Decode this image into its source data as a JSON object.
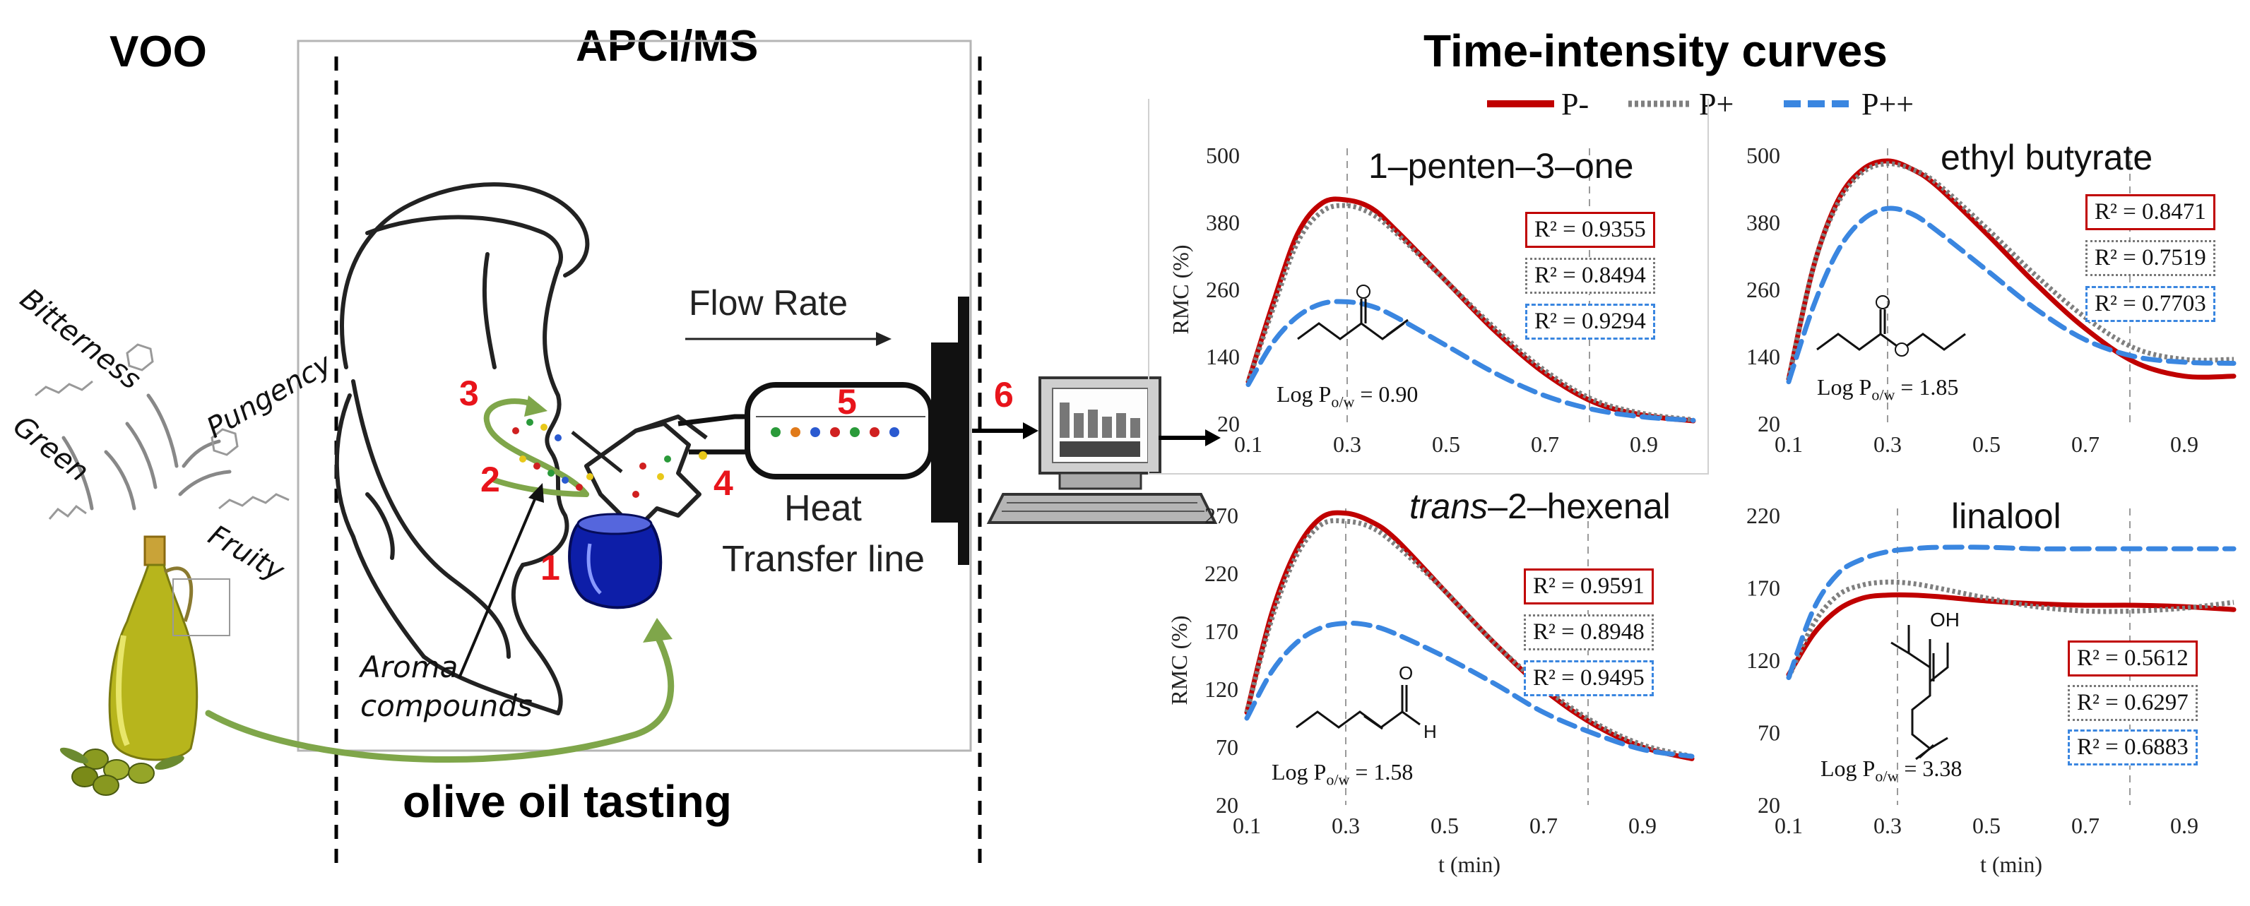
{
  "headers": {
    "voo": "VOO",
    "apci": "APCI/MS",
    "ti": "Time-intensity curves",
    "tasting": "olive oil tasting"
  },
  "sensory": {
    "bitterness": "Bitterness",
    "green": "Green",
    "pungency": "Pungency",
    "fruity": "Fruity"
  },
  "steps": {
    "s1": "1",
    "s2": "2",
    "s3": "3",
    "s4": "4",
    "s5": "5",
    "s6": "6"
  },
  "labels": {
    "aroma1": "Aroma",
    "aroma2": "compounds",
    "flow": "Flow Rate",
    "heat1": "Heat",
    "heat2": "Transfer line"
  },
  "legend": {
    "p_minus": "P-",
    "p_plus": "P+",
    "p_plusplus": "P++"
  },
  "colors": {
    "p_minus": "#c00000",
    "p_plus": "#7f7f7f",
    "p_plusplus": "#3a86e0",
    "step_numbers": "#e8141b",
    "arrow_green": "#7fa64a"
  },
  "chart_data": [
    {
      "type": "line",
      "title": "1–penten–3–one",
      "xlabel": "",
      "ylabel": "RMC (%)",
      "xlim": [
        0.1,
        1.0
      ],
      "ylim": [
        20,
        500
      ],
      "xticks": [
        "0.1",
        "0.3",
        "0.5",
        "0.7",
        "0.9"
      ],
      "yticks": [
        "20",
        "140",
        "260",
        "380",
        "500"
      ],
      "vlines": [
        0.3,
        0.79
      ],
      "logp_prefix": "Log P",
      "logp_sub": "o/w",
      "logp_value": "= 0.90",
      "r2": [
        "R² = 0.9355",
        "R² = 0.8494",
        "R² = 0.9294"
      ],
      "x": [
        0.1,
        0.15,
        0.2,
        0.25,
        0.3,
        0.35,
        0.4,
        0.5,
        0.6,
        0.7,
        0.8,
        0.9,
        1.0
      ],
      "series": [
        {
          "name": "P-",
          "values": [
            95,
            235,
            360,
            415,
            420,
            405,
            365,
            275,
            185,
            110,
            58,
            35,
            25
          ]
        },
        {
          "name": "P+",
          "values": [
            95,
            225,
            345,
            400,
            410,
            395,
            360,
            275,
            190,
            115,
            62,
            38,
            27
          ]
        },
        {
          "name": "P++",
          "values": [
            90,
            165,
            212,
            235,
            238,
            230,
            210,
            160,
            110,
            70,
            45,
            32,
            26
          ]
        }
      ]
    },
    {
      "type": "line",
      "title": "ethyl butyrate",
      "xlabel": "",
      "ylabel": "",
      "xlim": [
        0.1,
        1.0
      ],
      "ylim": [
        20,
        500
      ],
      "xticks": [
        "0.1",
        "0.3",
        "0.5",
        "0.7",
        "0.9"
      ],
      "yticks": [
        "20",
        "140",
        "260",
        "380",
        "500"
      ],
      "vlines": [
        0.3,
        0.79
      ],
      "logp_prefix": "Log P",
      "logp_sub": "o/w",
      "logp_value": "= 1.85",
      "r2": [
        "R² = 0.8471",
        "R² = 0.7519",
        "R² = 0.7703"
      ],
      "x": [
        0.1,
        0.15,
        0.2,
        0.25,
        0.3,
        0.35,
        0.4,
        0.5,
        0.6,
        0.7,
        0.8,
        0.9,
        1.0
      ],
      "series": [
        {
          "name": "P-",
          "values": [
            100,
            300,
            420,
            475,
            490,
            475,
            445,
            360,
            270,
            190,
            130,
            105,
            105
          ]
        },
        {
          "name": "P+",
          "values": [
            100,
            300,
            415,
            470,
            485,
            475,
            450,
            370,
            285,
            210,
            155,
            135,
            135
          ]
        },
        {
          "name": "P++",
          "values": [
            95,
            230,
            330,
            385,
            405,
            395,
            365,
            295,
            225,
            170,
            140,
            130,
            128
          ]
        }
      ]
    },
    {
      "type": "line",
      "title": "trans–2–hexenal",
      "title_italic": "trans",
      "title_rest": "–2–hexenal",
      "xlabel": "t  (min)",
      "ylabel": "RMC (%)",
      "xlim": [
        0.1,
        1.0
      ],
      "ylim": [
        20,
        270
      ],
      "xticks": [
        "0.1",
        "0.3",
        "0.5",
        "0.7",
        "0.9"
      ],
      "yticks": [
        "20",
        "70",
        "120",
        "170",
        "220",
        "270"
      ],
      "vlines": [
        0.3,
        0.79
      ],
      "logp_prefix": "Log P",
      "logp_sub": "o/w",
      "logp_value": "= 1.58",
      "r2": [
        "R² = 0.9591",
        "R² = 0.8948",
        "R² = 0.9495"
      ],
      "x": [
        0.1,
        0.15,
        0.2,
        0.25,
        0.3,
        0.35,
        0.4,
        0.5,
        0.6,
        0.7,
        0.8,
        0.9,
        1.0
      ],
      "series": [
        {
          "name": "P-",
          "values": [
            100,
            185,
            240,
            268,
            272,
            265,
            250,
            205,
            160,
            120,
            90,
            70,
            60
          ]
        },
        {
          "name": "P+",
          "values": [
            100,
            180,
            235,
            262,
            265,
            260,
            245,
            205,
            160,
            122,
            92,
            72,
            62
          ]
        },
        {
          "name": "P++",
          "values": [
            95,
            135,
            160,
            173,
            177,
            175,
            168,
            148,
            125,
            100,
            82,
            68,
            62
          ]
        }
      ]
    },
    {
      "type": "line",
      "title": "linalool",
      "xlabel": "t  (min)",
      "ylabel": "",
      "xlim": [
        0.1,
        1.0
      ],
      "ylim": [
        20,
        220
      ],
      "xticks": [
        "0.1",
        "0.3",
        "0.5",
        "0.7",
        "0.9"
      ],
      "yticks": [
        "20",
        "70",
        "120",
        "170",
        "220"
      ],
      "vlines": [
        0.32,
        0.79
      ],
      "logp_prefix": "Log P",
      "logp_sub": "o/w",
      "logp_value": "= 3.38",
      "r2": [
        "R² = 0.5612",
        "R² = 0.6297",
        "R² = 0.6883"
      ],
      "x": [
        0.1,
        0.15,
        0.2,
        0.25,
        0.3,
        0.35,
        0.4,
        0.5,
        0.6,
        0.7,
        0.8,
        0.9,
        1.0
      ],
      "series": [
        {
          "name": "P-",
          "values": [
            110,
            138,
            155,
            163,
            165,
            165,
            164,
            161,
            159,
            158,
            158,
            157,
            155
          ]
        },
        {
          "name": "P+",
          "values": [
            108,
            145,
            165,
            172,
            174,
            173,
            170,
            163,
            157,
            154,
            154,
            156,
            160
          ]
        },
        {
          "name": "P++",
          "values": [
            108,
            155,
            180,
            190,
            195,
            197,
            198,
            198,
            197,
            197,
            197,
            197,
            197
          ]
        }
      ]
    }
  ]
}
